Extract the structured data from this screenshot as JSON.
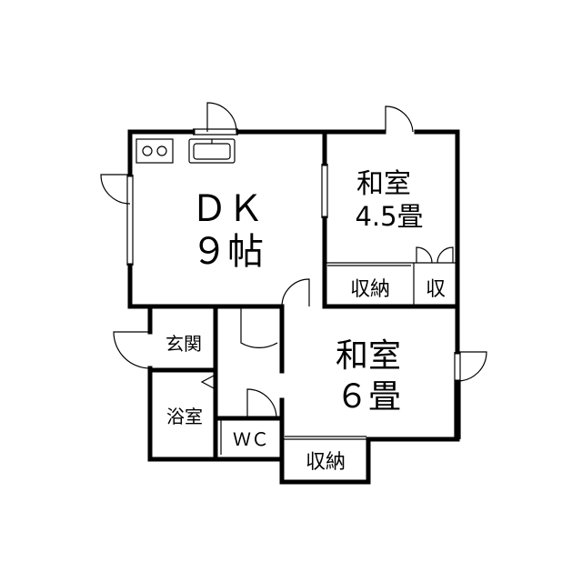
{
  "rooms": {
    "dk": {
      "name": "ＤＫ",
      "size": "９帖"
    },
    "washitsu_small": {
      "name": "和室",
      "size": "4.5畳"
    },
    "washitsu_large": {
      "name": "和室",
      "size": "６畳"
    },
    "shuno_upper": "収納",
    "shu_small": "収",
    "genkan": "玄関",
    "yokushitsu": "浴室",
    "wc": "ＷＣ",
    "shuno_lower": "収納"
  },
  "colors": {
    "wall": "#000000",
    "line": "#000000",
    "background": "#ffffff"
  }
}
